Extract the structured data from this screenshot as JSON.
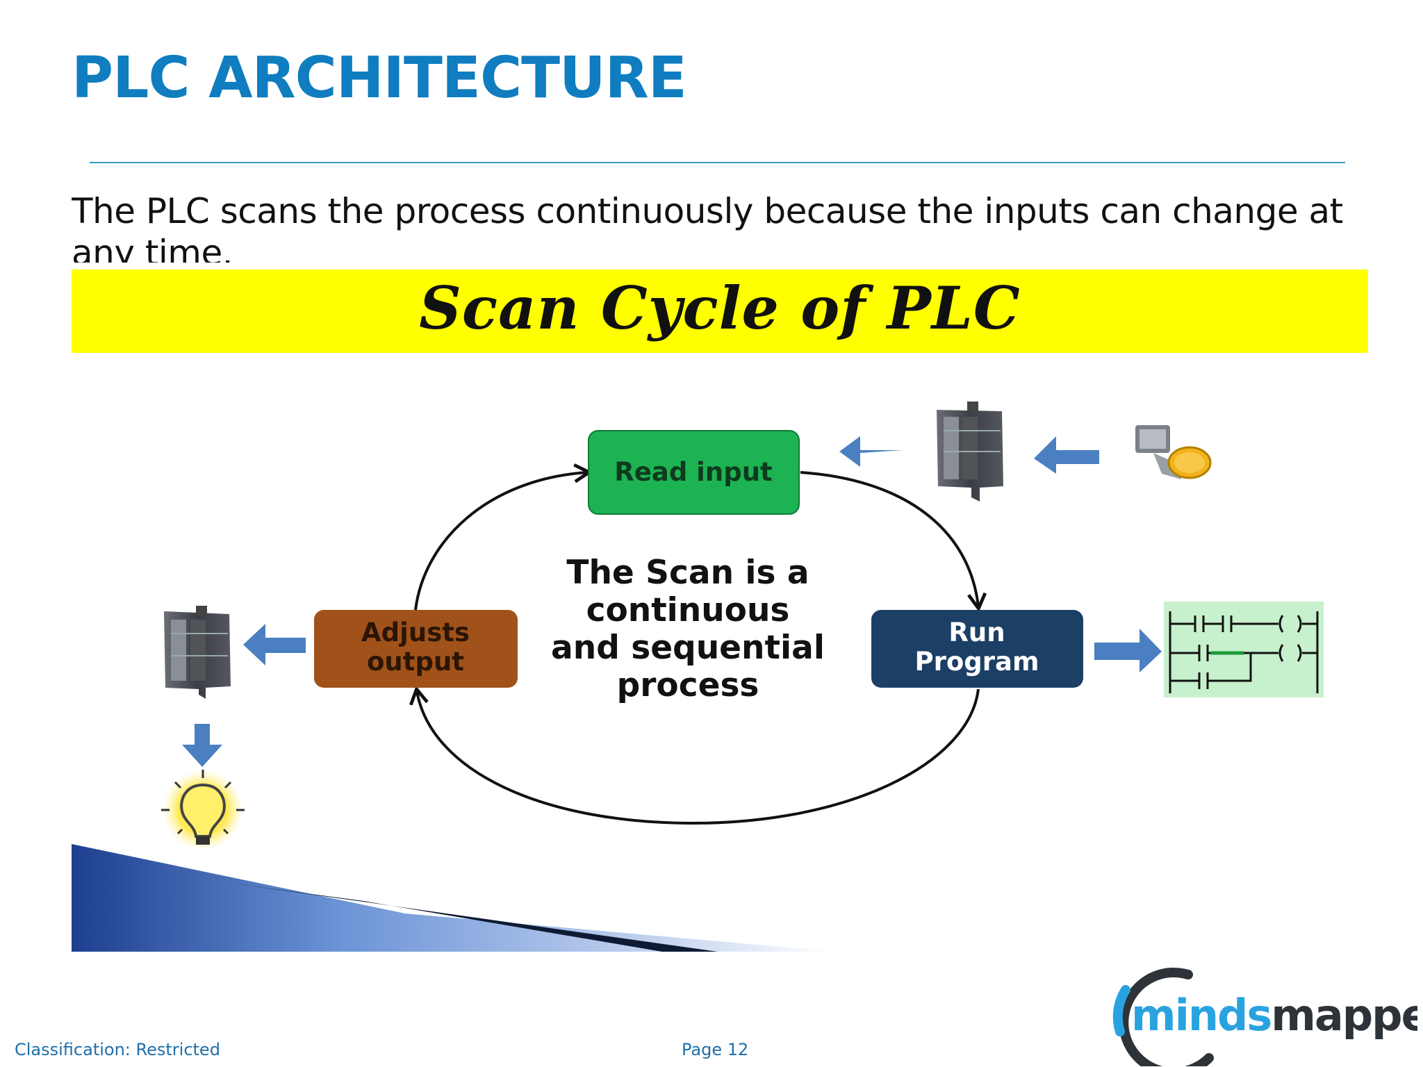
{
  "slide": {
    "title": "PLC ARCHITECTURE",
    "body": "The PLC scans the process continuously because the inputs can change at any time."
  },
  "diagram": {
    "banner": "Scan Cycle of PLC",
    "center_lines": [
      "The Scan is a",
      "continuous",
      "and sequential",
      "process"
    ],
    "steps": {
      "read": {
        "lines": [
          "Read input"
        ],
        "color": "#1db353"
      },
      "run": {
        "lines": [
          "Run",
          "Program"
        ],
        "color": "#1c3f66"
      },
      "adjust": {
        "lines": [
          "Adjusts",
          "output"
        ],
        "color": "#a0521a"
      }
    },
    "arrow_color": "#4a7fc1",
    "banner_color": "#ffff00"
  },
  "footer": {
    "classification": "Classification: Restricted",
    "page": "Page 12"
  },
  "logo": {
    "part1": "minds",
    "part2": "mapped"
  },
  "colors": {
    "title": "#0f7dbf",
    "logo_blue": "#29a3e0",
    "logo_dark": "#2d3338"
  }
}
